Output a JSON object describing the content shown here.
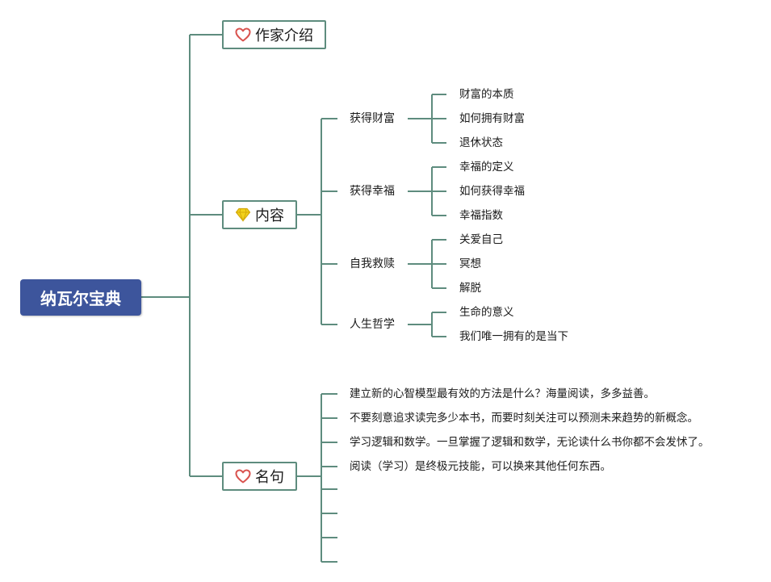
{
  "root": {
    "label": "纳瓦尔宝典"
  },
  "colors": {
    "root_fill": "#3d559c",
    "line": "#5e8c7e",
    "heart": "#d9534f",
    "gem": "#f2d21b"
  },
  "branches": [
    {
      "label": "作家介绍",
      "icon": "heart-icon"
    },
    {
      "label": "内容",
      "icon": "gem-icon"
    },
    {
      "label": "名句",
      "icon": "heart-icon"
    }
  ],
  "content": [
    {
      "label": "获得财富",
      "children": [
        "财富的本质",
        "如何拥有财富",
        "退休状态"
      ]
    },
    {
      "label": "获得幸福",
      "children": [
        "幸福的定义",
        "如何获得幸福",
        "幸福指数"
      ]
    },
    {
      "label": "自我救赎",
      "children": [
        "关爱自己",
        "冥想",
        "解脱"
      ]
    },
    {
      "label": "人生哲学",
      "children": [
        "生命的意义",
        "我们唯一拥有的是当下"
      ]
    }
  ],
  "quotes": [
    "建立新的心智模型最有效的方法是什么？海量阅读，多多益善。",
    "不要刻意追求读完多少本书，而要时刻关注可以预测未来趋势的新概念。",
    "学习逻辑和数学。一旦掌握了逻辑和数学，无论读什么书你都不会发怵了。",
    "阅读（学习）是终极元技能，可以换来其他任何东西。",
    "",
    "",
    "",
    ""
  ]
}
